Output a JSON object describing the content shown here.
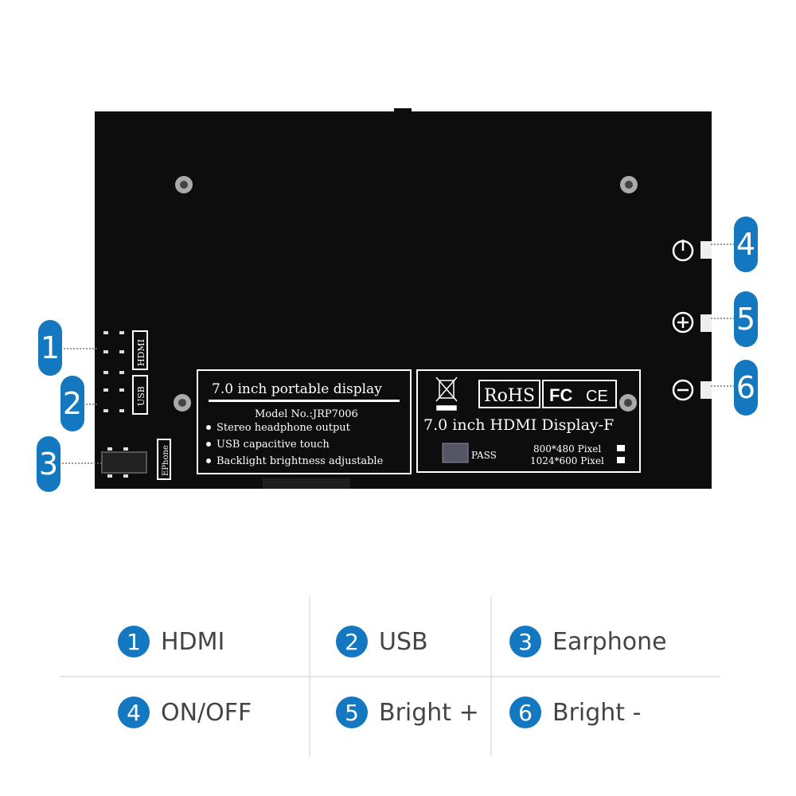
{
  "colors": {
    "accent": "#1478c0",
    "board": "#0d0d0d"
  },
  "board": {
    "ports": {
      "hdmi": "HDMI",
      "usb": "USB",
      "earphone": "EPhone"
    },
    "box1": {
      "title": "7.0 inch portable display",
      "model": "Model No.:JRP7006",
      "features": [
        "Stereo headphone output",
        "USB capacitive touch",
        "Backlight brightness adjustable"
      ]
    },
    "box2": {
      "rohs": "RoHS",
      "fc": "FC",
      "ce": "CE",
      "name": "7.0 inch HDMI Display-F",
      "pass": "PASS",
      "res1": "800*480 Pixel",
      "res2": "1024*600 Pixel"
    }
  },
  "callouts": [
    {
      "num": "1",
      "icon": ""
    },
    {
      "num": "2",
      "icon": ""
    },
    {
      "num": "3",
      "icon": ""
    },
    {
      "num": "4",
      "icon": "power-icon"
    },
    {
      "num": "5",
      "icon": "plus-icon"
    },
    {
      "num": "6",
      "icon": "minus-icon"
    }
  ],
  "legend": [
    {
      "num": "1",
      "label": "HDMI"
    },
    {
      "num": "2",
      "label": "USB"
    },
    {
      "num": "3",
      "label": "Earphone"
    },
    {
      "num": "4",
      "label": "ON/OFF"
    },
    {
      "num": "5",
      "label": "Bright +"
    },
    {
      "num": "6",
      "label": "Bright -"
    }
  ]
}
